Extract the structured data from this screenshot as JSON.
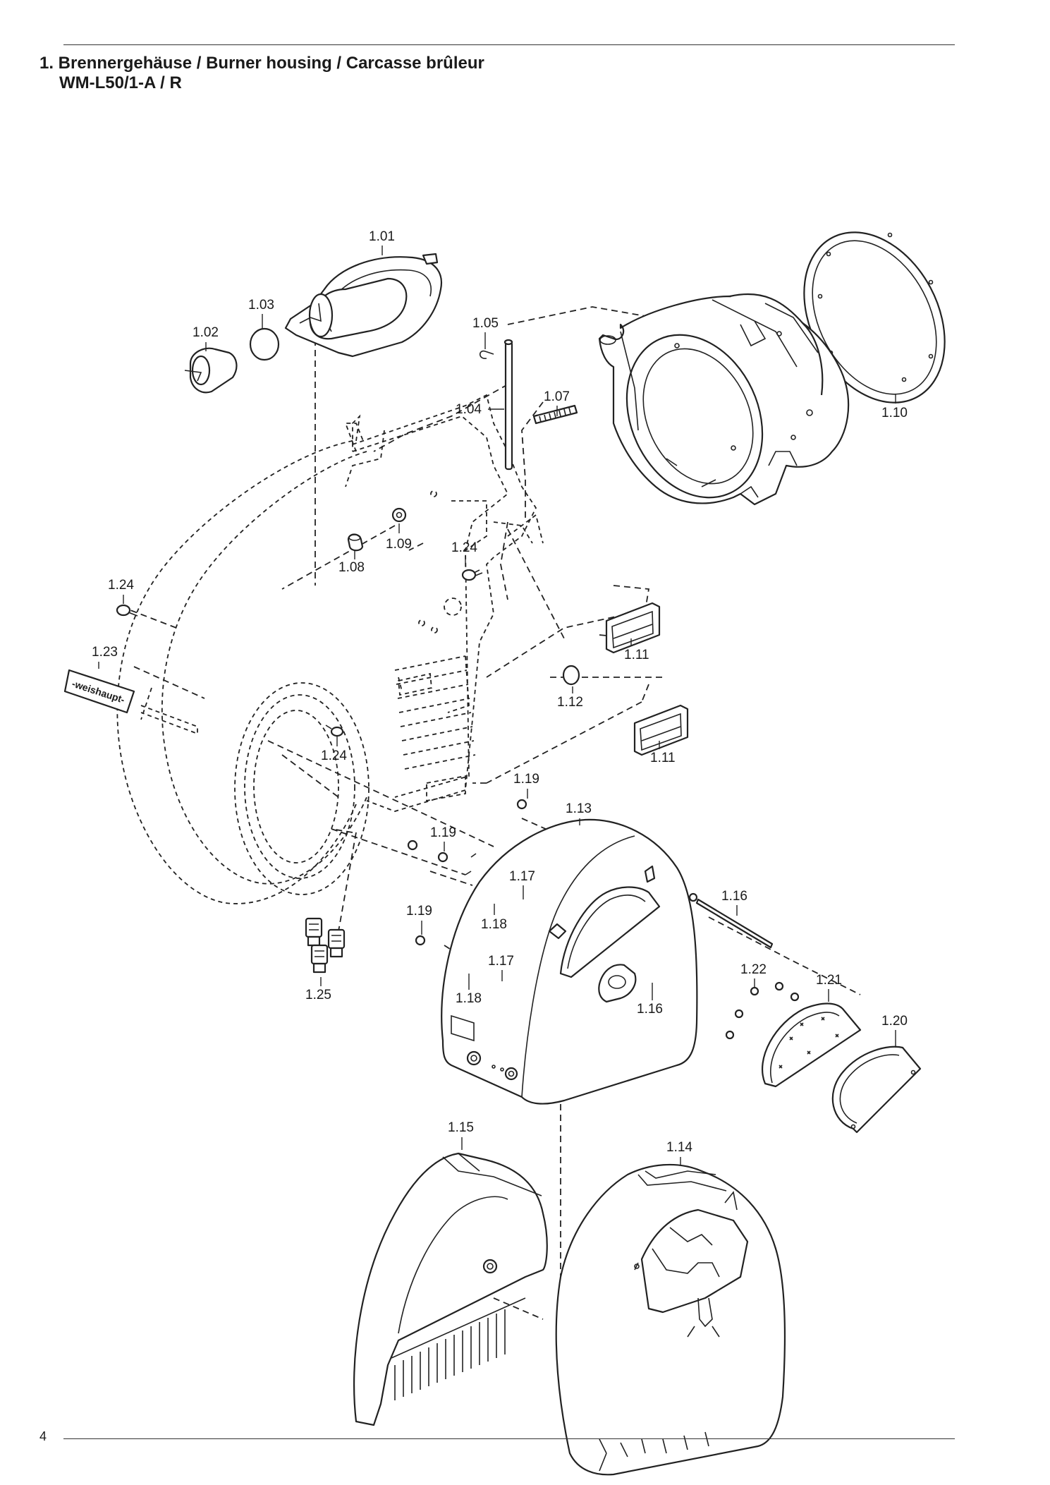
{
  "header": {
    "title_line1": "1. Brennergehäuse / Burner housing / Carcasse brûleur",
    "title_line2": "WM-L50/1-A / R"
  },
  "footer": {
    "page_number": "4"
  },
  "logo_text": "-weishaupt-",
  "part_labels": [
    "1.01",
    "1.02",
    "1.03",
    "1.05",
    "1.04",
    "1.07",
    "1.10",
    "1.09",
    "1.08",
    "1.24",
    "1.24",
    "1.11",
    "1.23",
    "1.12",
    "1.11",
    "1.24",
    "1.19",
    "1.13",
    "1.19",
    "1.17",
    "1.16",
    "1.19",
    "1.18",
    "1.17",
    "1.22",
    "1.21",
    "1.18",
    "1.16",
    "1.20",
    "1.25",
    "1.15",
    "1.14"
  ]
}
